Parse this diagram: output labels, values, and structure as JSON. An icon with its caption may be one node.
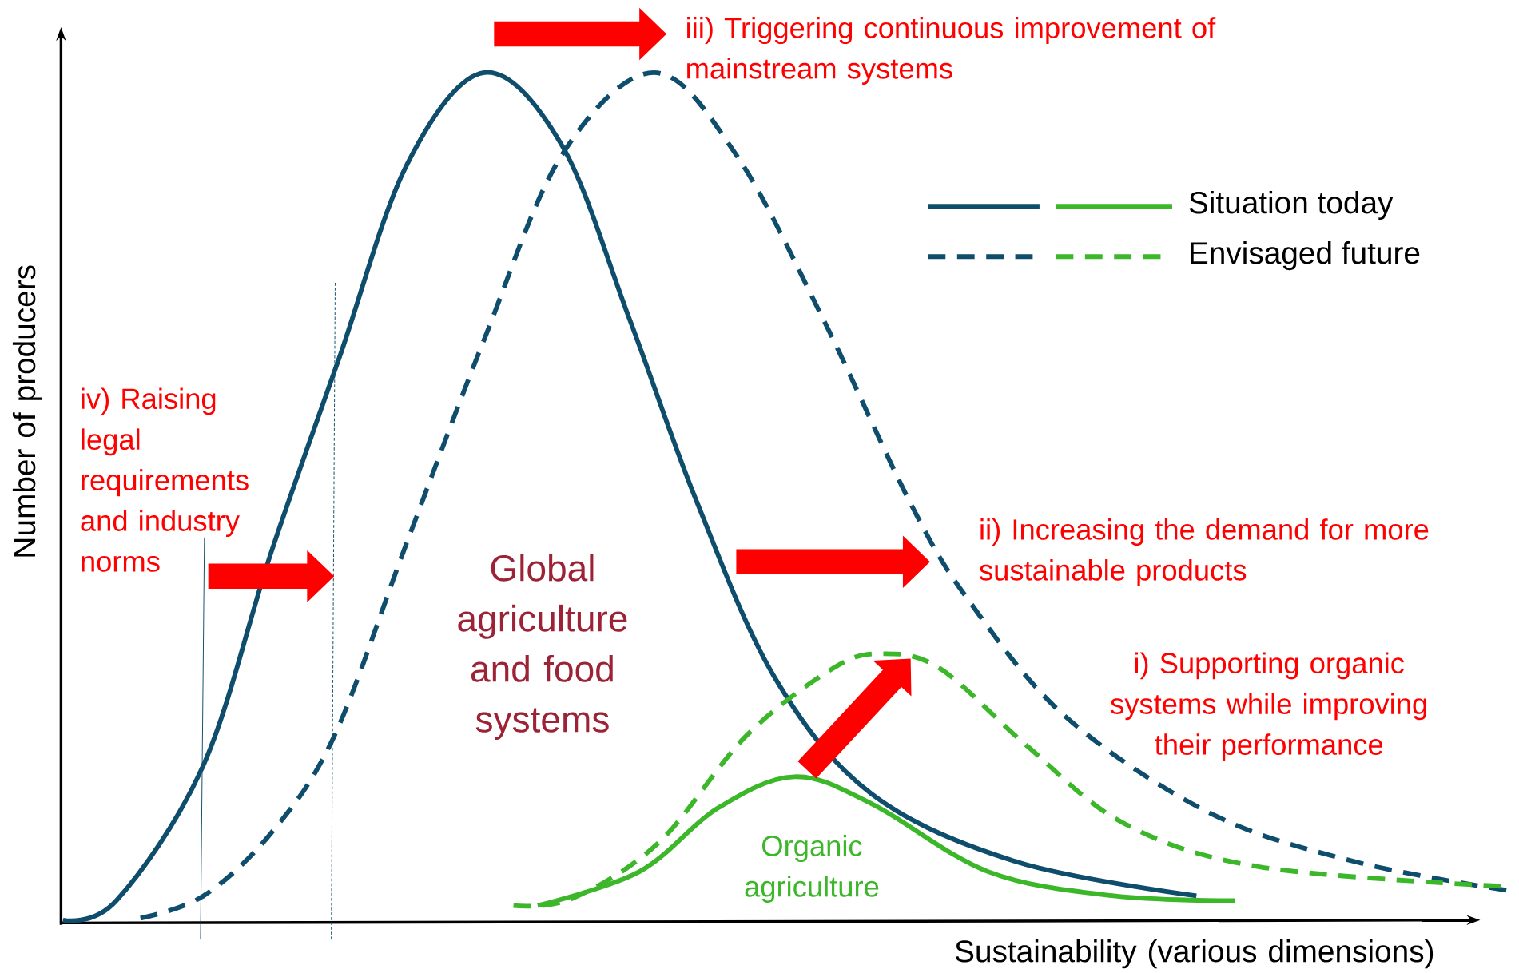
{
  "diagram": {
    "labels": [
      "iii) Triggering continuous improvement of mainstream systems",
      "Number of producers",
      "iv) Raising legal requirements and industry norms",
      "Global agriculture and food systems",
      "ii) Increasing the demand for more sustainable products",
      "i) Supporting organic systems while improving their performance",
      "Organic agriculture",
      "Sustainability (various dimensions)"
    ],
    "legend": [
      {
        "text": "Situation today"
      },
      {
        "text": "Envisaged future"
      }
    ]
  }
}
